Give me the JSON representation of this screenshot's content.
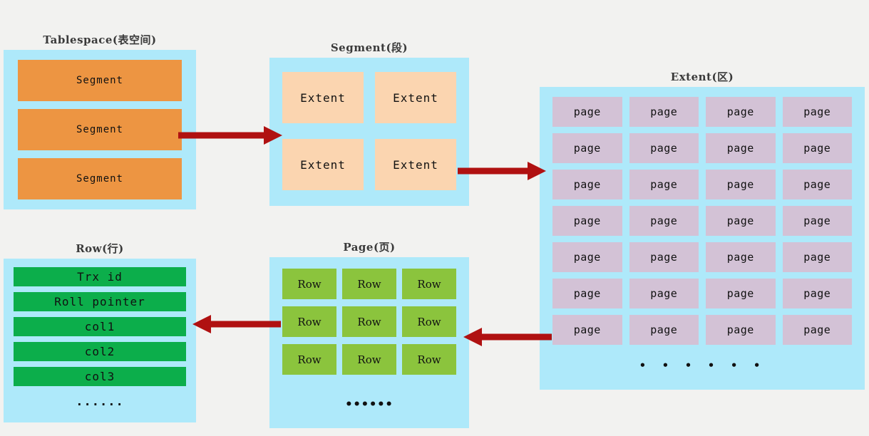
{
  "diagram": {
    "title_font_note": "",
    "background_color": "#f2f2f0",
    "panel_color": "#aee9fa",
    "arrow_color": "#b01111"
  },
  "groups": {
    "tablespace": {
      "title": "Tablespace(表空间)",
      "box_color": "#ed9542",
      "items": [
        {
          "label": "Segment"
        },
        {
          "label": "Segment"
        },
        {
          "label": "Segment"
        }
      ]
    },
    "segment": {
      "title": "Segment(段)",
      "box_color": "#fbd5b0",
      "items": [
        {
          "label": "Extent"
        },
        {
          "label": "Extent"
        },
        {
          "label": "Extent"
        },
        {
          "label": "Extent"
        }
      ]
    },
    "extent": {
      "title": "Extent(区)",
      "box_color": "#d3c2d6",
      "columns": 4,
      "rows": 7,
      "items": [
        {
          "label": "page"
        },
        {
          "label": "page"
        },
        {
          "label": "page"
        },
        {
          "label": "page"
        },
        {
          "label": "page"
        },
        {
          "label": "page"
        },
        {
          "label": "page"
        },
        {
          "label": "page"
        },
        {
          "label": "page"
        },
        {
          "label": "page"
        },
        {
          "label": "page"
        },
        {
          "label": "page"
        },
        {
          "label": "page"
        },
        {
          "label": "page"
        },
        {
          "label": "page"
        },
        {
          "label": "page"
        },
        {
          "label": "page"
        },
        {
          "label": "page"
        },
        {
          "label": "page"
        },
        {
          "label": "page"
        },
        {
          "label": "page"
        },
        {
          "label": "page"
        },
        {
          "label": "page"
        },
        {
          "label": "page"
        },
        {
          "label": "page"
        },
        {
          "label": "page"
        },
        {
          "label": "page"
        },
        {
          "label": "page"
        }
      ],
      "more_indicator": "• • • • • •"
    },
    "page": {
      "title": "Page(页)",
      "box_color": "#8bc43d",
      "columns": 3,
      "items": [
        {
          "label": "Row"
        },
        {
          "label": "Row"
        },
        {
          "label": "Row"
        },
        {
          "label": "Row"
        },
        {
          "label": "Row"
        },
        {
          "label": "Row"
        },
        {
          "label": "Row"
        },
        {
          "label": "Row"
        },
        {
          "label": "Row"
        }
      ],
      "more_indicator": "••••••"
    },
    "row": {
      "title": "Row(行)",
      "box_color": "#0cae4b",
      "items": [
        {
          "label": "Trx id"
        },
        {
          "label": "Roll pointer"
        },
        {
          "label": "col1"
        },
        {
          "label": "col2"
        },
        {
          "label": "col3"
        }
      ],
      "more_indicator": "......"
    }
  },
  "arrows": [
    {
      "name": "tablespace-to-segment",
      "direction": "right"
    },
    {
      "name": "segment-to-extent",
      "direction": "right"
    },
    {
      "name": "extent-to-page",
      "direction": "left"
    },
    {
      "name": "page-to-row",
      "direction": "left"
    }
  ]
}
